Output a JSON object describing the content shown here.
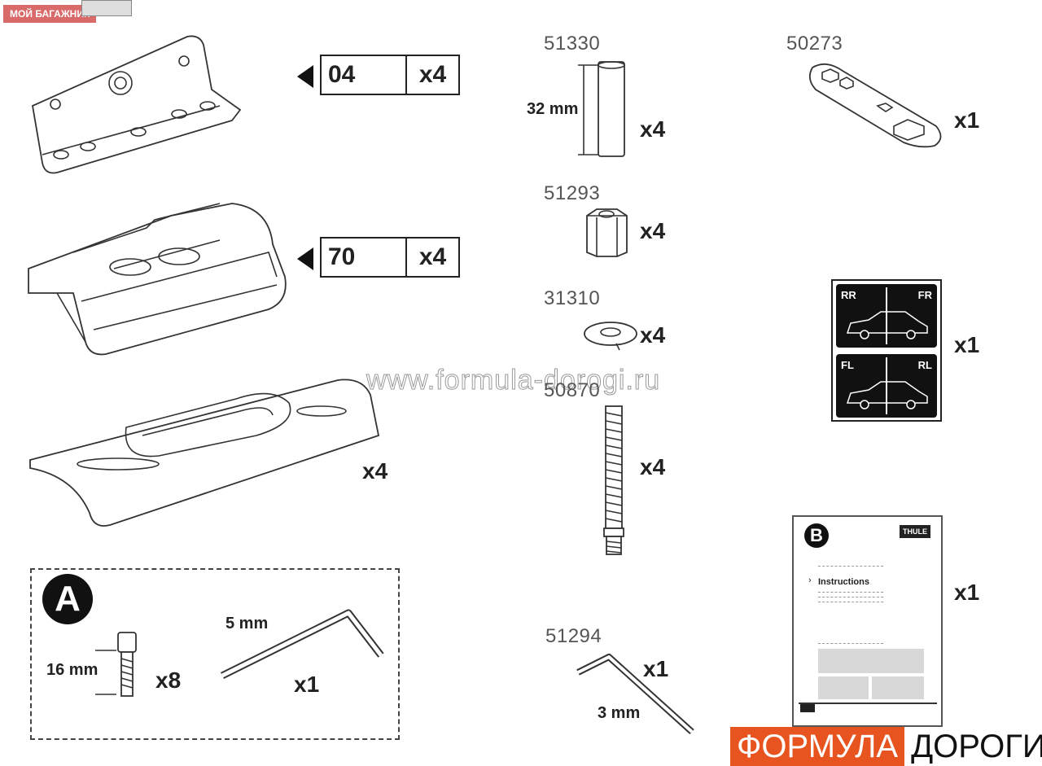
{
  "corner_badge": "МОЙ БАГАЖНИК",
  "watermark": "www.formula-dorogi.ru",
  "brand": {
    "part1": "ФОРМУЛА",
    "part2": "ДОРОГИ"
  },
  "parts": {
    "bracket": {
      "code": "04",
      "qty": "x4"
    },
    "foot": {
      "code": "70",
      "qty": "x4"
    },
    "pad": {
      "qty": "x4"
    },
    "spacer": {
      "code": "51330",
      "length": "32 mm",
      "qty": "x4"
    },
    "nut": {
      "code": "51293",
      "qty": "x4"
    },
    "washer": {
      "code": "31310",
      "qty": "x4"
    },
    "rod": {
      "code": "50870",
      "qty": "x4"
    },
    "allen_small": {
      "code": "51294",
      "size": "3 mm",
      "qty": "x1"
    },
    "wrench": {
      "code": "50273",
      "qty": "x1"
    },
    "stickers": {
      "qty": "x1",
      "top_left": "RR",
      "top_right": "FR",
      "bottom_left": "FL",
      "bottom_right": "RL"
    },
    "manual": {
      "letter": "B",
      "logo": "THULE",
      "title": "Instructions",
      "qty": "x1"
    }
  },
  "kit_a": {
    "letter": "A",
    "screw_length": "16 mm",
    "screw_qty": "x8",
    "key_size": "5 mm",
    "key_qty": "x1"
  }
}
